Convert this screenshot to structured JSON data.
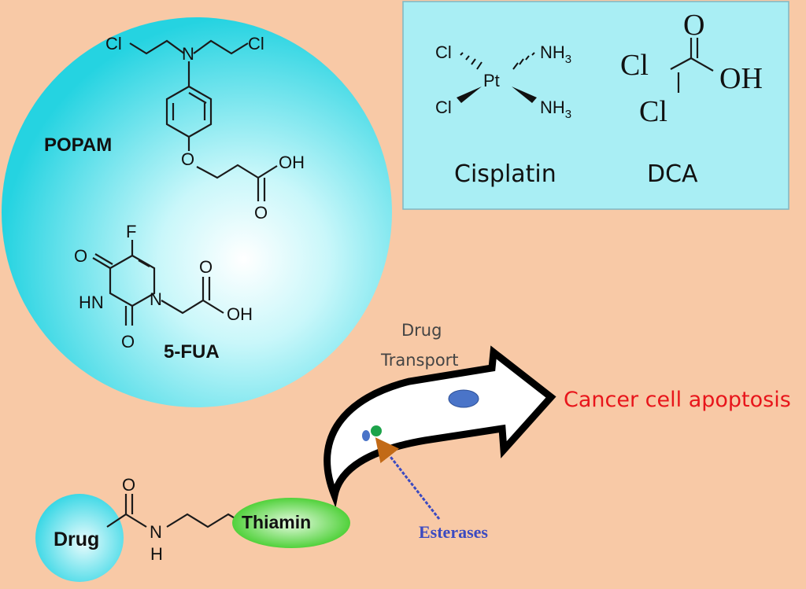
{
  "big_sphere": {
    "popam_label": "POPAM",
    "fua_label": "5-FUA",
    "popam_atoms": {
      "cl1": "Cl",
      "n": "N",
      "cl2": "Cl",
      "o": "O",
      "oh": "OH",
      "o2": "O"
    },
    "fua_atoms": {
      "f": "F",
      "o_top": "O",
      "hn": "HN",
      "n": "N",
      "o_bottom": "O",
      "oh": "OH",
      "o_acid": "O"
    }
  },
  "info_box": {
    "cisplatin": {
      "label": "Cisplatin",
      "cl_top": "Cl",
      "cl_bottom": "Cl",
      "pt": "Pt",
      "nh_top": "NH",
      "nh_top_sub": "3",
      "nh_bottom": "NH",
      "nh_bottom_sub": "3"
    },
    "dca": {
      "label": "DCA",
      "cl1": "Cl",
      "cl2": "Cl",
      "o": "O",
      "oh": "OH"
    }
  },
  "transport": {
    "label_line1": "Drug",
    "label_line2": "Transport",
    "target": "Cancer cell apoptosis",
    "enzyme": "Esterases"
  },
  "conjugate": {
    "drug_label": "Drug",
    "carrier_label": "Thiamin",
    "o": "O",
    "n": "N",
    "h": "H"
  },
  "colors": {
    "background": "#f8c9a6",
    "sphere": "#6fe6ef",
    "box": "#a9eef4",
    "carrier": "#44dd2c",
    "target_text": "#e8151b",
    "enzyme": "#3b4ac1"
  }
}
